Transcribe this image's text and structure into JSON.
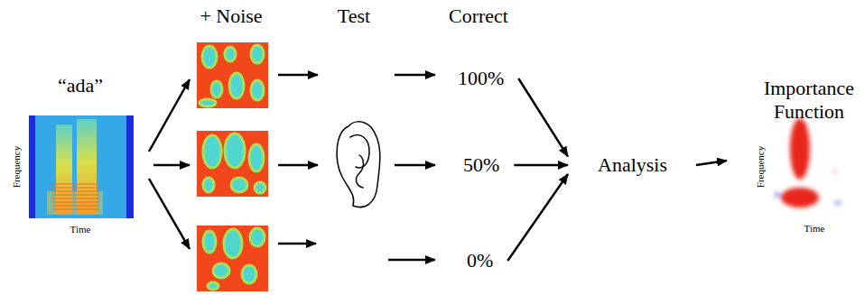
{
  "diagram": {
    "nodes": [
      {
        "text": [
          "“ada”",
          "Frequency",
          "Time"
        ]
      },
      {
        "text": [
          "100%"
        ]
      },
      {
        "text": [
          "50%"
        ]
      },
      {
        "text": [
          "0%"
        ]
      },
      {
        "text": [
          "Analysis"
        ]
      },
      {
        "text": [
          "Importance Function",
          "Frequency",
          "Time"
        ]
      }
    ],
    "edges": [
      {
        "from": 1,
        "to": 4,
        "arrow": "to"
      },
      {
        "from": 2,
        "to": 4,
        "arrow": "to"
      },
      {
        "from": 3,
        "to": 4,
        "arrow": "to"
      },
      {
        "from": 4,
        "to": 5,
        "arrow": "to"
      }
    ],
    "labels": [
      "+ Noise",
      "Test",
      "Correct"
    ]
  }
}
